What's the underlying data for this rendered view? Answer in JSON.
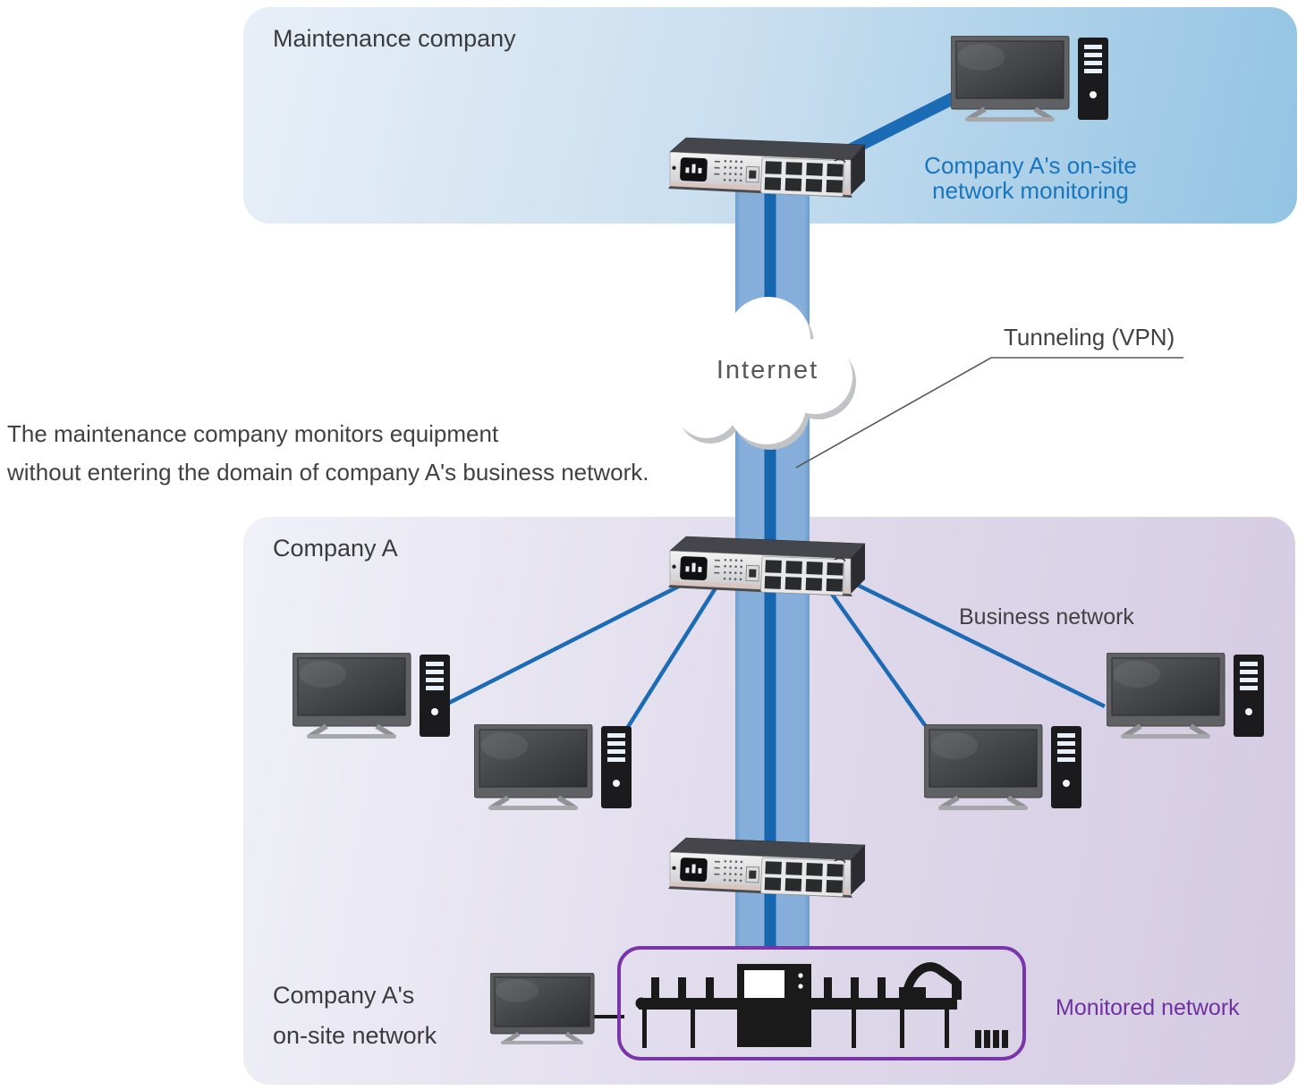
{
  "colors": {
    "accent_line_blue": "#1B6BB5",
    "label_blue": "#1B75BC",
    "tunnel_band_blue": "#85AFDA",
    "tunnel_stripe_blue": "#1566AF",
    "monitored_purple": "#7030A0",
    "text_dark": "#414042"
  },
  "maintenance_section": {
    "title": "Maintenance company",
    "monitoring_label_line1": "Company A's on-site",
    "monitoring_label_line2": "network monitoring"
  },
  "internet": {
    "label": "Internet"
  },
  "vpn": {
    "label": "Tunneling (VPN)"
  },
  "note": {
    "line1": "The maintenance company monitors equipment",
    "line2": "without entering the domain of company A's business network."
  },
  "company_a_section": {
    "title": "Company A",
    "business_network_label": "Business network",
    "onsite_label_line1": "Company A's",
    "onsite_label_line2": "on-site network",
    "monitored_label": "Monitored network"
  }
}
